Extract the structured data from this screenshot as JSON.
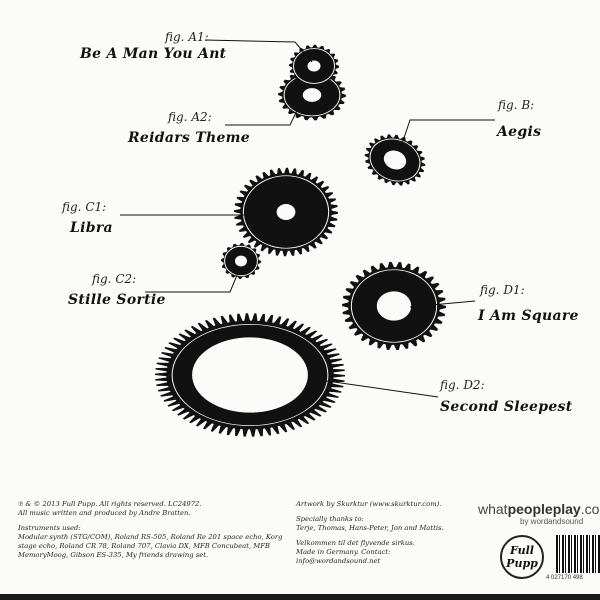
{
  "tracks": [
    {
      "fig": "fig. A1:",
      "title": "Be A Man You Ant"
    },
    {
      "fig": "fig. A2:",
      "title": "Reidars Theme"
    },
    {
      "fig": "fig. B:",
      "title": "Aegis"
    },
    {
      "fig": "fig. C1:",
      "title": "Libra"
    },
    {
      "fig": "fig. C2:",
      "title": "Stille Sortie"
    },
    {
      "fig": "fig. D1:",
      "title": "I Am Square"
    },
    {
      "fig": "fig. D2:",
      "title": "Second Sleepest"
    }
  ],
  "credits_left": {
    "copyright": "℗ & © 2013 Full Pupp. All rights reserved. LC24972.",
    "written": "All music written and produced by Andre Bratten.",
    "instruments_heading": "Instruments used:",
    "instruments": "Modular synth (STG/COM), Roland RS-505, Roland Re 201 space echo, Korg stage echo, Roland CR 78, Roland 707, Clavia DX, MFB Concubeat, MFB MemoryMoog, Gibson ES-335, My friends drawing set."
  },
  "credits_right": {
    "artwork": "Artwork by Skurktur (www.skurktur.com).",
    "thanks_heading": "Specially thanks to:",
    "thanks": "Terje, Thomas, Hans-Peter, Jon and Mattis.",
    "welcome": "Velkommen til det flyvende sirkus.",
    "made": "Made in Germany. Contact: info@wordandsound.net"
  },
  "brand": {
    "what": "what",
    "people": "peopleplay",
    "suffix": ".com",
    "by": "by wordandsound"
  },
  "logo": {
    "line1": "Full",
    "line2": "Pupp"
  },
  "barcode_number": "4 027170 498"
}
